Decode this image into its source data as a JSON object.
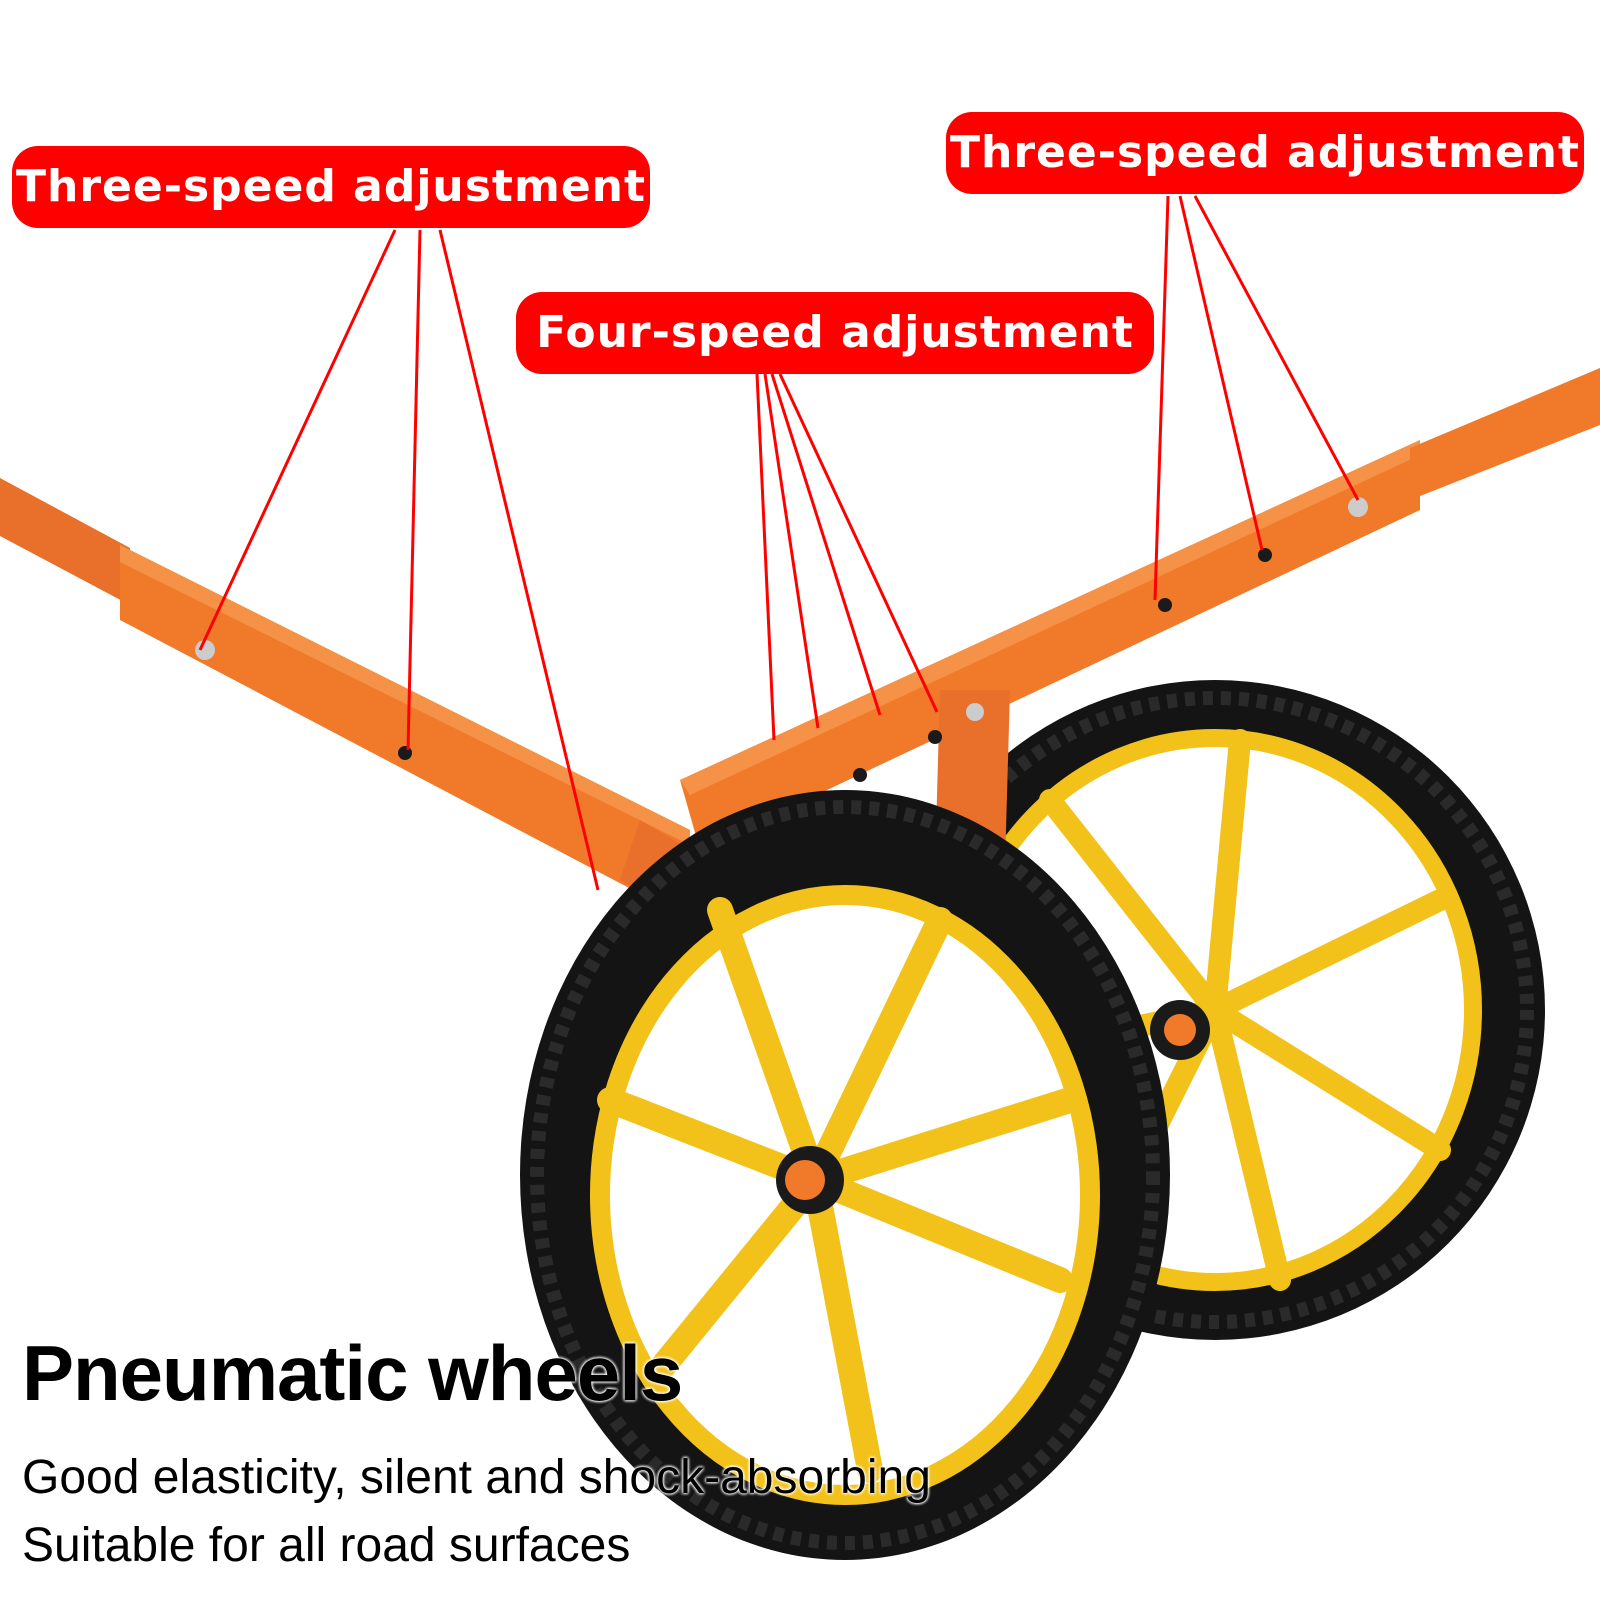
{
  "callouts": {
    "left": "Three-speed adjustment",
    "center": "Four-speed adjustment",
    "right": "Three-speed adjustment"
  },
  "headline": "Pneumatic wheels",
  "sublines": [
    "Good elasticity, silent and shock-absorbing",
    "Suitable for all road surfaces"
  ],
  "colors": {
    "frame": "#f07a2a",
    "rim": "#f2c21a",
    "tire": "#141414",
    "callout": "#ff0000",
    "text": "#000000"
  }
}
